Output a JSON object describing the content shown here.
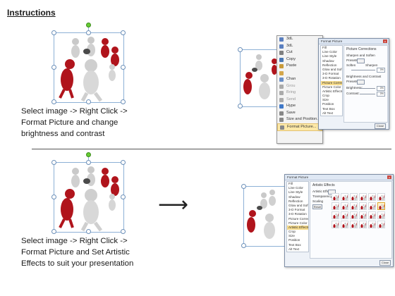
{
  "heading": "Instructions",
  "step1": {
    "caption": [
      "Select image -> Right Click ->",
      "Format Picture and change",
      "brightness and contrast"
    ]
  },
  "step2": {
    "caption": [
      "Select image -> Right Click ->",
      "Format Picture and Set Artistic",
      "Effects to suit your presentation"
    ]
  },
  "arrow": {
    "glyph": "⟶"
  },
  "context_menu": {
    "items": [
      {
        "label": "3dL",
        "enabled": true,
        "icon_color": "#5a7fbf"
      },
      {
        "label": "3dL",
        "enabled": true,
        "icon_color": "#5a7fbf"
      },
      {
        "label": "Cut",
        "enabled": true,
        "icon_color": "#808080"
      },
      {
        "label": "Copy",
        "enabled": true,
        "icon_color": "#4a78b5"
      },
      {
        "label": "Paste",
        "enabled": true,
        "icon_color": "#c89a3a"
      },
      {
        "label": "",
        "enabled": true,
        "icon_color": "#d4a64a"
      },
      {
        "label": "Chan",
        "enabled": true,
        "icon_color": "#6a8fc7"
      },
      {
        "label": "Grou",
        "enabled": false,
        "icon_color": "#aaaaaa"
      },
      {
        "label": "Bring",
        "enabled": false,
        "icon_color": "#aaaaaa"
      },
      {
        "label": "Send",
        "enabled": false,
        "icon_color": "#aaaaaa"
      },
      {
        "label": "Hype",
        "enabled": true,
        "icon_color": "#3f78c8"
      },
      {
        "label": "Save",
        "enabled": true,
        "icon_color": "#888888"
      },
      {
        "label": "Size and Position...",
        "enabled": true,
        "icon_color": "#888888"
      },
      {
        "label": "Format Picture...",
        "enabled": true,
        "icon_color": "#888888",
        "highlighted": true
      }
    ]
  },
  "dialog1": {
    "title": "Format Picture",
    "close": "x",
    "nav": [
      "Fill",
      "Line Color",
      "Line Style",
      "Shadow",
      "Reflection",
      "Glow and Soft Edges",
      "3-D Format",
      "3-D Rotation",
      "Picture Corrections",
      "Picture Color",
      "Artistic Effects",
      "Crop",
      "Size",
      "Position",
      "Text Box",
      "Alt Text"
    ],
    "nav_selected": 8,
    "pane_title": "Picture Corrections",
    "sharpen_section": "Sharpen and Soften",
    "presets": "Presets:",
    "soften": "Soften",
    "sharpen": "Sharpen",
    "sharpen_value": "0%",
    "bc_section": "Brightness and Contrast",
    "presets2": "Presets:",
    "brightness": "Brightness:",
    "brightness_value": "0%",
    "contrast": "Contrast:",
    "contrast_value": "0%",
    "close_button": "Close"
  },
  "dialog2": {
    "title": "Format Picture",
    "close": "x",
    "nav": [
      "Fill",
      "Line Color",
      "Line Style",
      "Shadow",
      "Reflection",
      "Glow and Soft Edges",
      "3-D Format",
      "3-D Rotation",
      "Picture Corrections",
      "Picture Color",
      "Artistic Effects",
      "Crop",
      "Size",
      "Position",
      "Text Box",
      "Alt Text"
    ],
    "nav_selected": 10,
    "pane_title": "Artistic Effects",
    "effect_label": "Artistic Effect:",
    "transparency": "Transparency",
    "scaling": "Scaling",
    "reset_button": "Reset",
    "close_button": "Close",
    "thumb_count": 24,
    "thumb_selected": 11
  },
  "colors": {
    "red_figure": "#b0141c",
    "gray_figure": "#c9c9c9",
    "selection": "#8db0d6",
    "rotate_handle": "#66cc33",
    "highlight": "#fde9a8"
  }
}
